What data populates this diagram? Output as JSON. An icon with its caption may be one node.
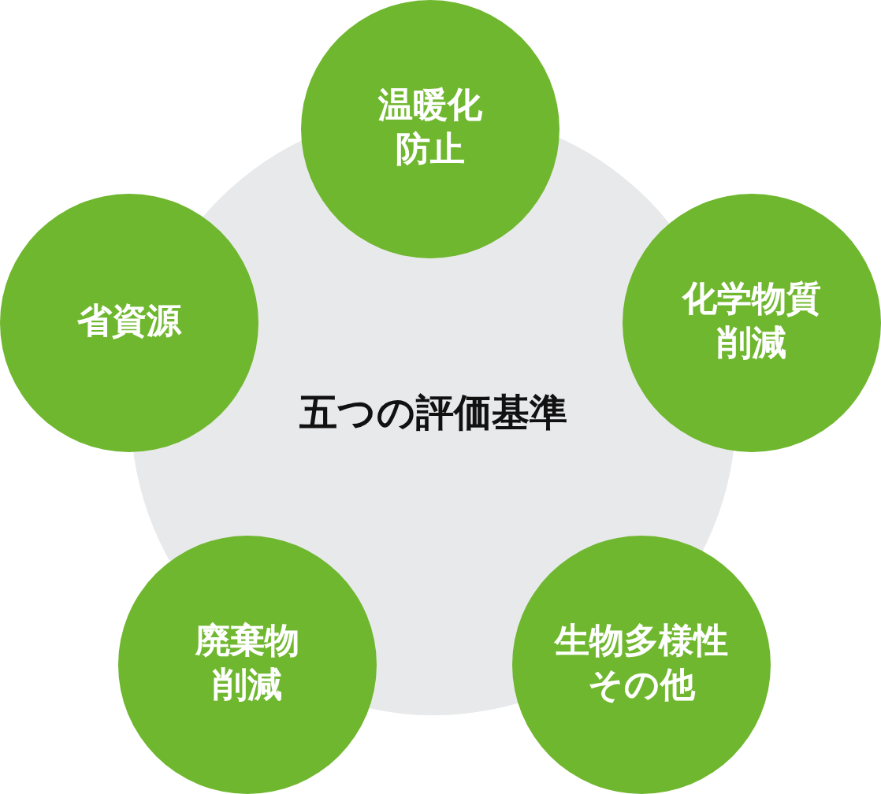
{
  "diagram": {
    "nodes": [
      {
        "text": [
          "五つの評価基準"
        ]
      },
      {
        "text": [
          "温暖化防止"
        ]
      },
      {
        "text": [
          "省資源"
        ]
      },
      {
        "text": [
          "化学物質削減"
        ]
      },
      {
        "text": [
          "廃棄物削減"
        ]
      },
      {
        "text": [
          "生物多様性その他"
        ]
      }
    ]
  }
}
